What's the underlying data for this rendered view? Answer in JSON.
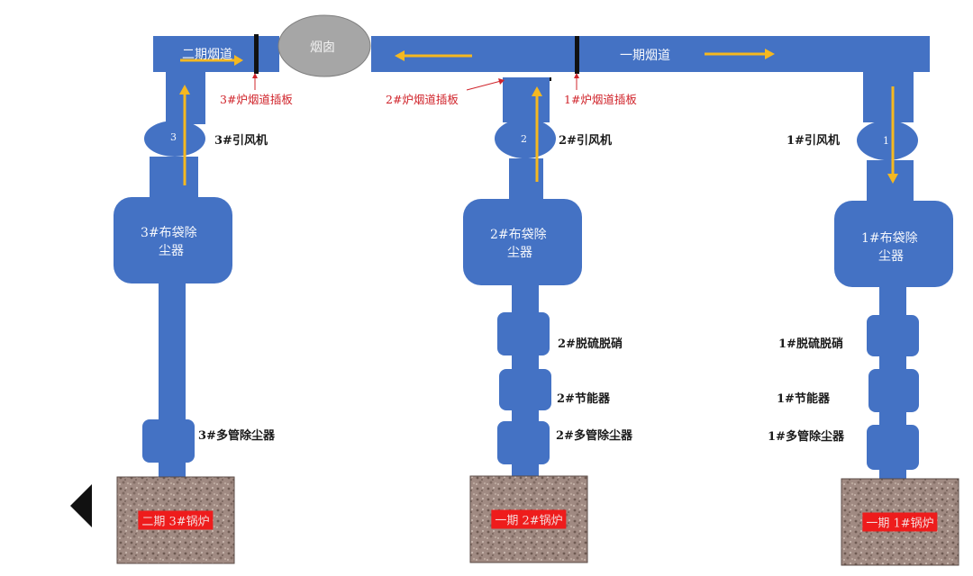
{
  "flue_labels": {
    "phase2": "二期烟道",
    "phase1": "一期烟道",
    "chimney": "烟囱"
  },
  "dampers": {
    "d3": "3#炉烟道插板",
    "d2": "2#炉烟道插板",
    "d1": "1#炉烟道插板"
  },
  "fans": {
    "f3": "3#引风机",
    "f2": "2#引风机",
    "f1": "1#引风机",
    "n3": "3",
    "n2": "2",
    "n1": "1"
  },
  "bag_filters": {
    "b3": {
      "line1": "3#布袋除",
      "line2": "尘器"
    },
    "b2": {
      "line1": "2#布袋除",
      "line2": "尘器"
    },
    "b1": {
      "line1": "1#布袋除",
      "line2": "尘器"
    }
  },
  "desulfurization": {
    "u2": "2#脱硫脱硝",
    "u1": "1#脱硫脱硝"
  },
  "economizers": {
    "e2": "2#节能器",
    "e1": "1#节能器"
  },
  "multi_tube": {
    "m3": "3#多管除尘器",
    "m2": "2#多管除尘器",
    "m1": "1#多管除尘器"
  },
  "boilers": {
    "k3": "二期 3#锅炉",
    "k2": "一期 2#锅炉",
    "k1": "一期 1#锅炉"
  },
  "colors": {
    "equipment": "#4472c4",
    "arrow": "#f5b820",
    "damper_text": "#d0242b",
    "chimney": "#a6a6a6",
    "boiler_tag": "#ee1c1c"
  }
}
